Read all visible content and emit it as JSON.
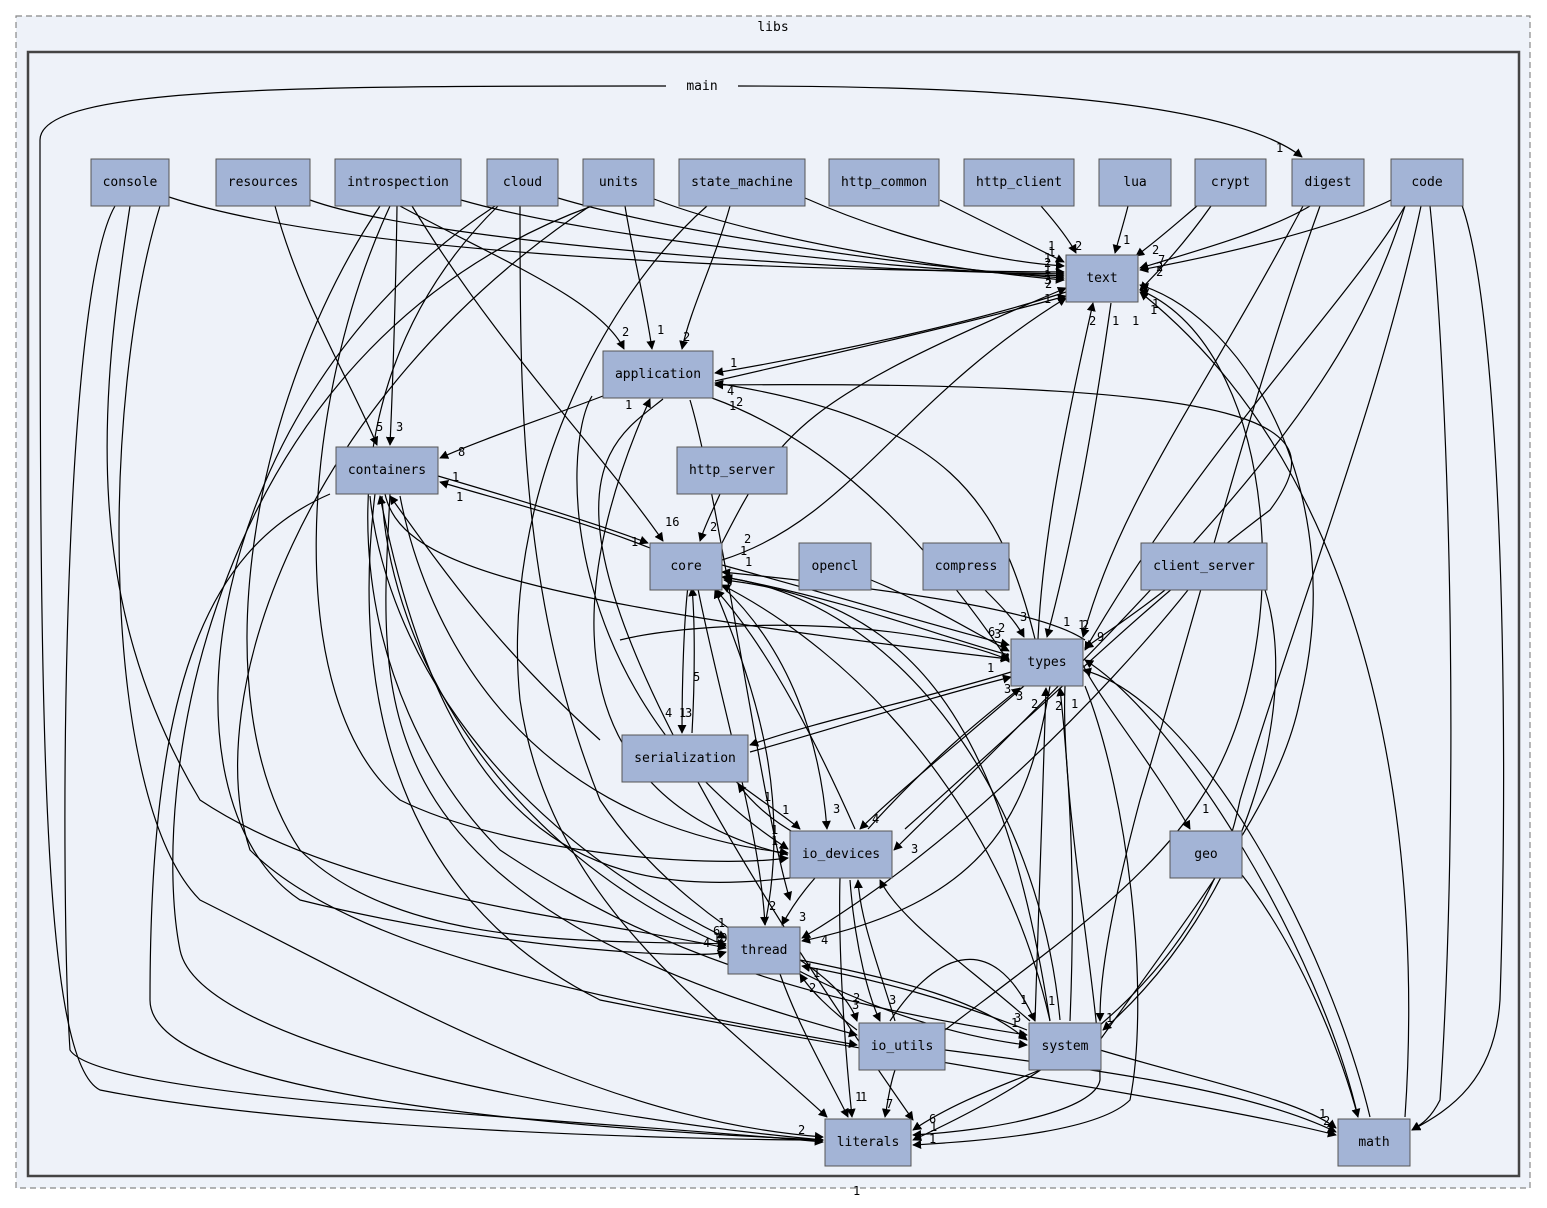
{
  "diagram": {
    "outer_cluster": "libs",
    "inner_cluster": "main",
    "nodes": [
      {
        "id": "console",
        "label": "console"
      },
      {
        "id": "resources",
        "label": "resources"
      },
      {
        "id": "introspection",
        "label": "introspection"
      },
      {
        "id": "cloud",
        "label": "cloud"
      },
      {
        "id": "units",
        "label": "units"
      },
      {
        "id": "state_machine",
        "label": "state_machine"
      },
      {
        "id": "http_common",
        "label": "http_common"
      },
      {
        "id": "http_client",
        "label": "http_client"
      },
      {
        "id": "lua",
        "label": "lua"
      },
      {
        "id": "crypt",
        "label": "crypt"
      },
      {
        "id": "digest",
        "label": "digest"
      },
      {
        "id": "code",
        "label": "code"
      },
      {
        "id": "text",
        "label": "text"
      },
      {
        "id": "application",
        "label": "application"
      },
      {
        "id": "containers",
        "label": "containers"
      },
      {
        "id": "http_server",
        "label": "http_server"
      },
      {
        "id": "core",
        "label": "core"
      },
      {
        "id": "opencl",
        "label": "opencl"
      },
      {
        "id": "compress",
        "label": "compress"
      },
      {
        "id": "client_server",
        "label": "client_server"
      },
      {
        "id": "types",
        "label": "types"
      },
      {
        "id": "serialization",
        "label": "serialization"
      },
      {
        "id": "io_devices",
        "label": "io_devices"
      },
      {
        "id": "geo",
        "label": "geo"
      },
      {
        "id": "thread",
        "label": "thread"
      },
      {
        "id": "io_utils",
        "label": "io_utils"
      },
      {
        "id": "system",
        "label": "system"
      },
      {
        "id": "literals",
        "label": "literals"
      },
      {
        "id": "math",
        "label": "math"
      }
    ],
    "edge_labels": [
      "1",
      "2",
      "1",
      "1",
      "1",
      "2",
      "1",
      "1",
      "3",
      "2",
      "1",
      "2",
      "7",
      "2",
      "2",
      "2",
      "1",
      "2",
      "1",
      "1",
      "1",
      "1",
      "1",
      "4",
      "2",
      "1",
      "2",
      "1",
      "1",
      "2",
      "8",
      "1",
      "1",
      "3",
      "5",
      "16",
      "2",
      "2",
      "1",
      "1",
      "5",
      "1",
      "4",
      "3",
      "1",
      "1",
      "2",
      "3",
      "3",
      "1",
      "9",
      "1",
      "3",
      "3",
      "2",
      "2",
      "1",
      "1",
      "6",
      "2",
      "1",
      "1",
      "3",
      "4",
      "3",
      "1",
      "1",
      "1",
      "6",
      "10",
      "4",
      "4",
      "3",
      "2",
      "2",
      "3",
      "1",
      "1",
      "1",
      "1",
      "2",
      "1",
      "3",
      "3",
      "1",
      "1",
      "1",
      "7",
      "6",
      "1",
      "1",
      "1",
      "2"
    ]
  }
}
